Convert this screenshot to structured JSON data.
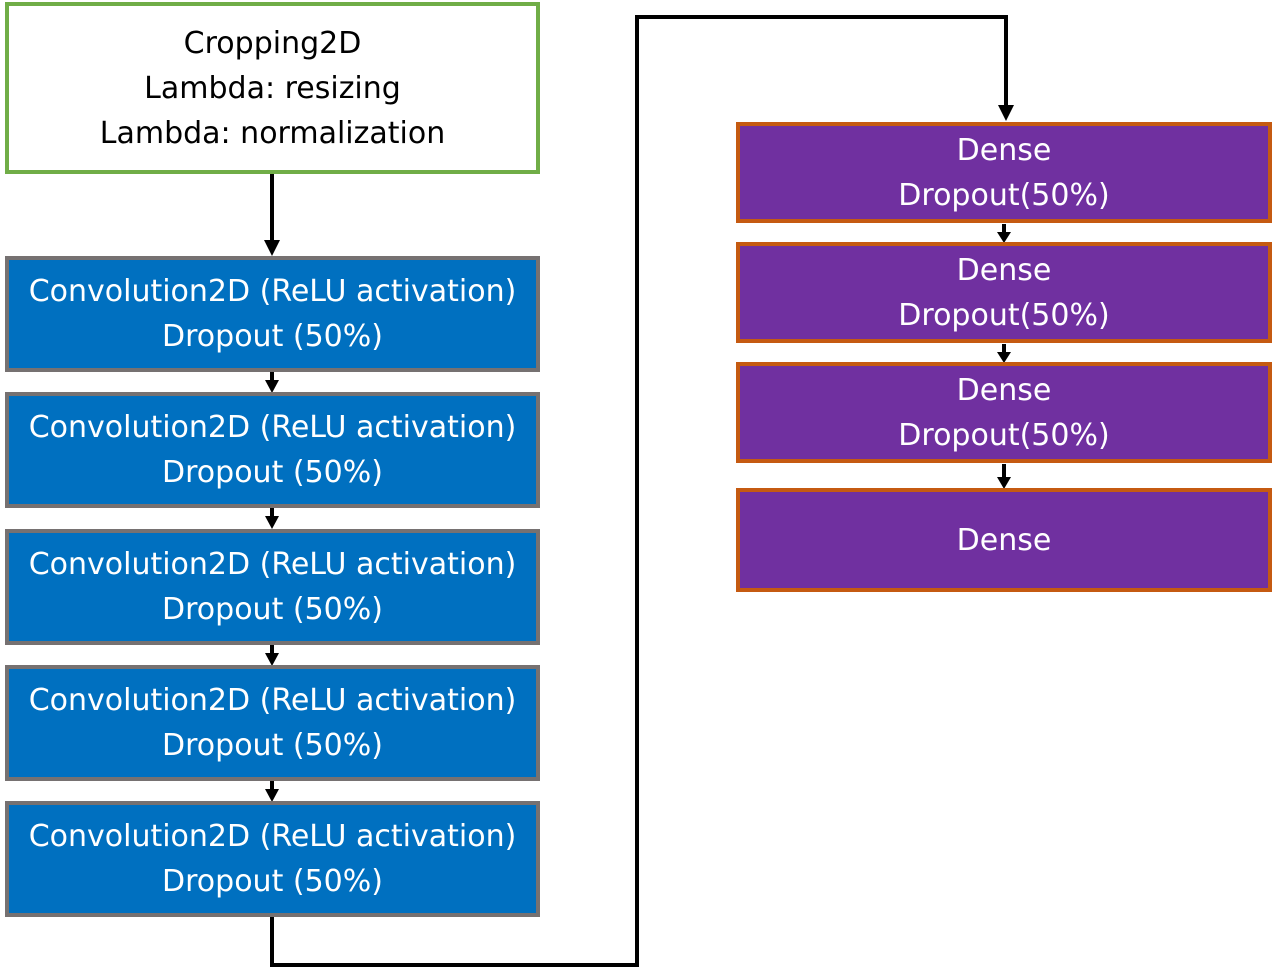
{
  "preprocessing": {
    "lines": [
      "Cropping2D",
      "Lambda: resizing",
      "Lambda: normalization"
    ],
    "border_color": "#70ad47"
  },
  "conv_blocks": [
    {
      "line1": "Convolution2D (ReLU activation)",
      "line2": "Dropout (50%)"
    },
    {
      "line1": "Convolution2D (ReLU activation)",
      "line2": "Dropout (50%)"
    },
    {
      "line1": "Convolution2D (ReLU activation)",
      "line2": "Dropout (50%)"
    },
    {
      "line1": "Convolution2D (ReLU activation)",
      "line2": "Dropout (50%)"
    },
    {
      "line1": "Convolution2D (ReLU activation)",
      "line2": "Dropout (50%)"
    }
  ],
  "dense_blocks": [
    {
      "line1": "Dense",
      "line2": "Dropout(50%)"
    },
    {
      "line1": "Dense",
      "line2": "Dropout(50%)"
    },
    {
      "line1": "Dense",
      "line2": "Dropout(50%)"
    },
    {
      "line1": "Dense"
    }
  ],
  "colors": {
    "conv_fill": "#0070c0",
    "conv_border": "#767171",
    "dense_fill": "#7030a0",
    "dense_border": "#c55a11",
    "arrow": "#000000"
  }
}
